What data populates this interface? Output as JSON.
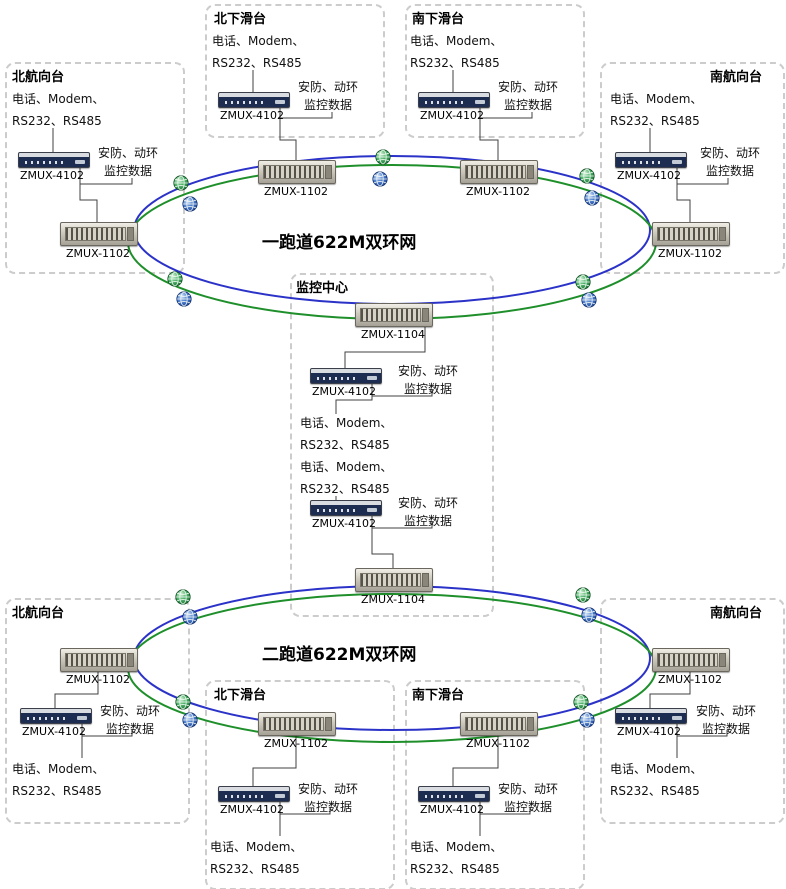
{
  "diagram": {
    "ring1_label": "一跑道622M双环网",
    "ring2_label": "二跑道622M双环网"
  },
  "labels": {
    "phone1": "电话、Modem、",
    "phone2": "RS232、RS485",
    "sec1": "安防、动环",
    "sec2": "监控数据"
  },
  "devices": {
    "mux4102": "ZMUX-4102",
    "mux1102": "ZMUX-1102",
    "mux1104": "ZMUX-1104"
  },
  "sites": {
    "r1_north_heading": "北航向台",
    "r1_north_glide": "北下滑台",
    "r1_south_glide": "南下滑台",
    "r1_south_heading": "南航向台",
    "monitor_center": "监控中心",
    "r2_north_heading": "北航向台",
    "r2_north_glide": "北下滑台",
    "r2_south_glide": "南下滑台",
    "r2_south_heading": "南航向台"
  },
  "colors": {
    "ring_blue": "#2b32c8",
    "ring_green": "#1e8f2a",
    "line": "#404040",
    "box_border": "#cccccc"
  }
}
